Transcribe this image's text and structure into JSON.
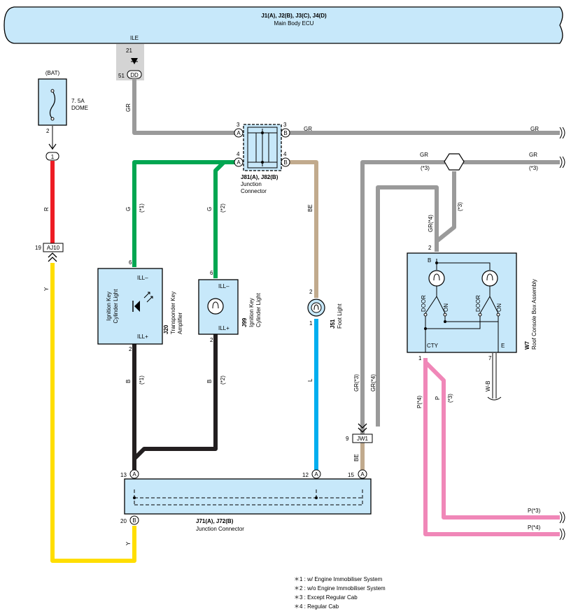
{
  "ecu": {
    "title": "J1(A), J2(B), J3(C), J4(D)",
    "subtitle": "Main Body ECU",
    "terminal": "ILE",
    "pin_top": "21",
    "pin_bottom": "51",
    "connector": "DD"
  },
  "fuse": {
    "source": "(BAT)",
    "rating": "7. 5A",
    "name": "DOME",
    "pin": "2",
    "connector_pin": "1"
  },
  "aj10": {
    "pin": "19",
    "label": "AJ10"
  },
  "wire_colors": {
    "gr": "GR",
    "g": "G",
    "r": "R",
    "y": "Y",
    "be": "BE",
    "b": "B",
    "l": "L",
    "p": "P",
    "wb": "W-B",
    "gr3": "GR",
    "gr4": "GR(*4)",
    "gr3b": "GR(*3)",
    "gr4b": "GR(*4)",
    "p4": "P(*4)",
    "p3_out": "P(*3)",
    "p4_out": "P(*4)"
  },
  "notes_inline": {
    "n1": "(*1)",
    "n2": "(*2)",
    "n3": "(*3)"
  },
  "j81": {
    "title": "J81(A), J82(B)",
    "line1": "Junction",
    "line2": "Connector",
    "pin3a": "3",
    "pin4a": "4",
    "pin3b": "3",
    "pin4b": "4",
    "conn_a": "A",
    "conn_b": "B"
  },
  "j20": {
    "inner1": "Ignition Key",
    "inner2": "Cylinder Light",
    "ill_minus": "ILL–",
    "ill_plus": "ILL+",
    "pin_top": "6",
    "pin_bottom": "2",
    "id": "J20",
    "name1": "Transponder Key",
    "name2": "Amplifier"
  },
  "j99": {
    "ill_minus": "ILL–",
    "ill_plus": "ILL+",
    "pin_top": "6",
    "pin_bottom": "2",
    "id": "J99",
    "name1": "Ignition Key",
    "name2": "Cylinder Light"
  },
  "j51": {
    "pin_top": "2",
    "pin_bottom": "1",
    "id": "J51",
    "name": "Foot Light"
  },
  "w7": {
    "pin_b": "2",
    "b": "B",
    "door1": "DOOR",
    "on1": "ON",
    "door2": "DOOR",
    "on2": "ON",
    "cty": "CTY",
    "e": "E",
    "pin_cty": "1",
    "pin_e": "7",
    "id": "W7",
    "name": "Roof Console Box Assembly"
  },
  "jw1": {
    "pin": "9",
    "label": "JW1"
  },
  "j71": {
    "title": "J71(A), J72(B)",
    "name": "Junction Connector",
    "pin13": "13",
    "pin12": "12",
    "pin15": "15",
    "pin20": "20",
    "conn_a": "A",
    "conn_b": "B"
  },
  "footnotes": [
    "＊1 : w/ Engine Immobiliser System",
    "＊2 : w/o Engine Immobiliser System",
    "＊3 : Except Regular Cab",
    "＊4 : Regular Cab"
  ],
  "colors": {
    "box_fill": "#c7e8fa",
    "gray": "#9a9a9a",
    "green": "#00a651",
    "red": "#ed1c24",
    "yellow": "#ffde00",
    "beige": "#c1aa8d",
    "blue": "#00aeef",
    "black": "#231f20",
    "pink": "#f087b8"
  }
}
